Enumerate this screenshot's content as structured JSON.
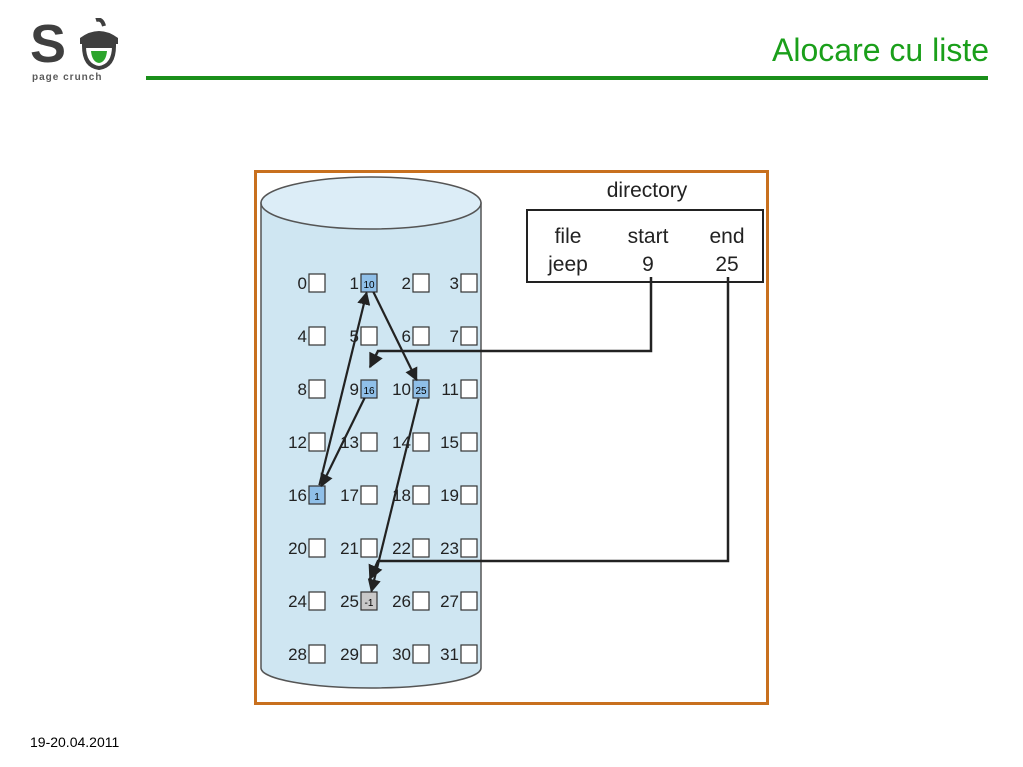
{
  "logo": {
    "letter": "S",
    "tagline": "page crunch"
  },
  "slide": {
    "title": "Alocare cu liste",
    "footer_date": "19-20.04.2011"
  },
  "colors": {
    "title_green": "#1a9f1a",
    "frame_orange": "#c8701e",
    "disk_blue": "#cfe6f2",
    "used_block": "#8fbfe8",
    "end_block": "#c8c8c8"
  },
  "directory": {
    "caption": "directory",
    "headers": [
      "file",
      "start",
      "end"
    ],
    "row": [
      "jeep",
      "9",
      "25"
    ]
  },
  "disk": {
    "block_numbers": [
      "0",
      "1",
      "2",
      "3",
      "4",
      "5",
      "6",
      "7",
      "8",
      "9",
      "10",
      "11",
      "12",
      "13",
      "14",
      "15",
      "16",
      "17",
      "18",
      "19",
      "20",
      "21",
      "22",
      "23",
      "24",
      "25",
      "26",
      "27",
      "28",
      "29",
      "30",
      "31"
    ],
    "pointers": [
      {
        "block": 1,
        "text": "10",
        "kind": "used"
      },
      {
        "block": 9,
        "text": "16",
        "kind": "used"
      },
      {
        "block": 10,
        "text": "25",
        "kind": "used"
      },
      {
        "block": 16,
        "text": "1",
        "kind": "used"
      },
      {
        "block": 25,
        "text": "-1",
        "kind": "end"
      }
    ],
    "chain": [
      9,
      16,
      1,
      10,
      25
    ]
  }
}
